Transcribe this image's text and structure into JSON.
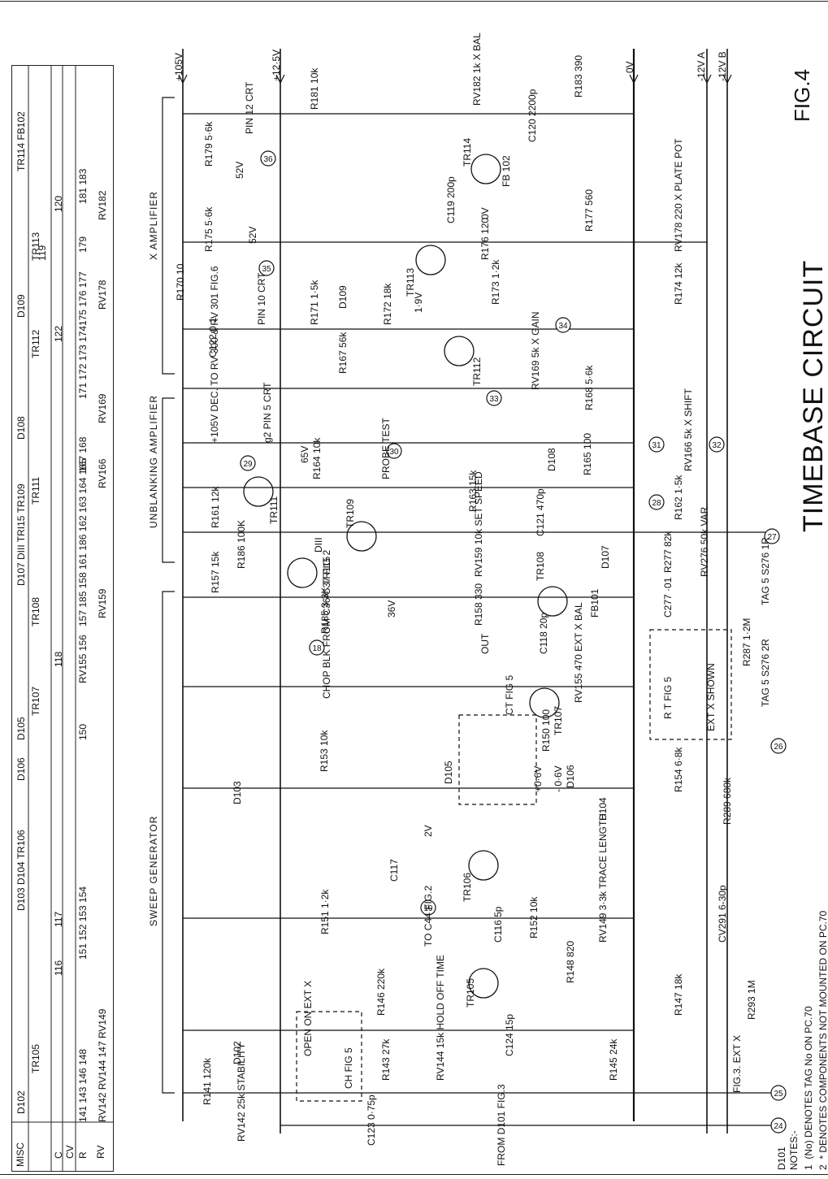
{
  "title": "TIMEBASE   CIRCUIT",
  "figure": "FIG.4",
  "notes": {
    "heading": "NOTES:-",
    "items": [
      {
        "num": "1",
        "sym": "(No)",
        "text": "DENOTES TAG No ON PC.70"
      },
      {
        "num": "2",
        "sym": "*",
        "text": "DENOTES COMPONENTS NOT MOUNTED ON PC.70"
      }
    ]
  },
  "sections": {
    "sweep": "SWEEP  GENERATOR",
    "unblank": "UNBLANKING  AMPLIFIER",
    "xamp": "X  AMPLIFIER"
  },
  "rails": {
    "p105": "+105V",
    "p12_5": "+12·5V",
    "zero": "0V",
    "m12a": "-12V A",
    "m12b": "-12V B"
  },
  "misc_table": {
    "headers": [
      "MISC",
      "C",
      "CV",
      "R",
      "RV"
    ],
    "misc_row": [
      "D102",
      "TR105",
      "D103  D104  TR106",
      "D106",
      "D105",
      "TR107",
      "TR108",
      "D107 DIII  TRI15 TR109",
      "TR111",
      "D108",
      "TR112",
      "D109",
      "TR113",
      "TR114  FB102"
    ],
    "c_row": [
      "116",
      "117",
      "118",
      "119",
      "120",
      "122"
    ],
    "r_row": [
      "141  143  146  148",
      "151  152  153  154",
      "150",
      "RV155  156",
      "157  185  158",
      "161 186 162  163  164  165",
      "167  168",
      "171  172  173  174",
      "175 176 177",
      "179",
      "181  183"
    ],
    "rv_row": [
      "RV142 RV144 147 RV149",
      "RV159",
      "RV166",
      "RV169",
      "RV178",
      "RV182"
    ]
  },
  "components": {
    "tr": [
      "TR105",
      "TR106",
      "TR107",
      "TR108",
      "TR109",
      "TR111",
      "TR112",
      "TR113",
      "TR114",
      "TR115"
    ],
    "d": [
      "D101",
      "D102",
      "D103",
      "D104",
      "D105",
      "D106",
      "D107",
      "D108",
      "D109",
      "DIII"
    ],
    "c": [
      "C116 5p",
      "C117",
      "C118 20p",
      "C119 200p",
      "C120 2200p",
      "C121 470p",
      "C122 0·1",
      "C123 0·75p",
      "C124 15p",
      "C277 ·01"
    ],
    "r": [
      "R141 120k",
      "R143 27k",
      "R145 24k",
      "R146 220k",
      "R147 18k",
      "R148 820",
      "R150 100",
      "R151 1·2k",
      "R152 10k",
      "R153 10k",
      "R154 6·8k",
      "R157 15k",
      "R158 330",
      "R161 12k",
      "R162 1·5k",
      "R163 15k",
      "R164 10k",
      "R165 100",
      "R167 56k",
      "R168 5·6k",
      "R170 10",
      "R171 1·5k",
      "R172 18k",
      "R173 1·2k",
      "R174 12k",
      "R175 5·6k",
      "R176 120",
      "R177 560",
      "R179 5·6k",
      "R181 10k",
      "R183 390",
      "R185 3·3K",
      "R186 100K",
      "R277 82k",
      "R287 1·2M",
      "R289 680k",
      "R293 1M"
    ],
    "rv": [
      "RV142 25k STABILITY",
      "RV144 15k HOLD OFF TIME",
      "RV149 3·3k TRACE LENGTH",
      "RV155 470 EXT X BAL",
      "RV159 10k SET SPEED",
      "RV166 5k X SHIFT",
      "RV169 5k X GAIN",
      "RV178 220 X PLATE POT",
      "RV182 1k X BAL",
      "RV276 50k VAR",
      "CV291 6-30p"
    ]
  },
  "tags": [
    "18",
    "19",
    "24",
    "25",
    "26",
    "27",
    "28",
    "29",
    "30",
    "31",
    "32",
    "33",
    "34",
    "35",
    "36"
  ],
  "annotations": {
    "pin12": "PIN 12 CRT",
    "pin10": "PIN 10 CRT",
    "pin5": "g2 PIN 5 CRT",
    "dec": "+105V DEC. TO RV 300 & RV 301 FIG.6",
    "probe": "PROBE TEST",
    "chop": "CHOP BLK FROM C36/C37 FIG 2",
    "toc44": "TO C44 FIG.2",
    "from": "FROM D101 FIG.3",
    "extx": "FIG.3. EXT X",
    "tag5a": "TAG 5 S276 1R",
    "tag5b": "TAG 5 S276 2R",
    "out": "OUT",
    "v52a": "52V",
    "v52b": "52V",
    "v0": "0V",
    "v1_9": "1·9V",
    "v65": "65V",
    "v36": "36V",
    "v2": "2V",
    "p06": "+0·6V",
    "m06": "- 0·6V",
    "ch": "CH FIG 5",
    "ct": "CT FIG 5",
    "rt": "R T FIG 5",
    "ext_shown": "EXT X SHOWN",
    "open_on": "OPEN ON EXT X",
    "fb101": "FB101",
    "fb102": "FB 102"
  }
}
